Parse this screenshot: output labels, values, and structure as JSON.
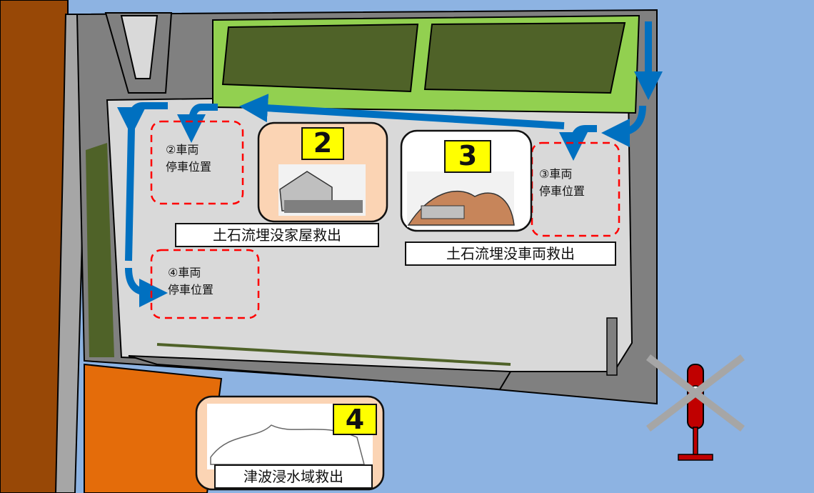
{
  "zones": [
    {
      "id": "2",
      "caption": "土石流埋没家屋救出"
    },
    {
      "id": "3",
      "caption": "土石流埋没車両救出"
    },
    {
      "id": "4",
      "caption": "津波浸水域救出"
    }
  ],
  "parking": [
    {
      "label": "②車両\n停車位置"
    },
    {
      "label": "③車両\n停車位置"
    },
    {
      "label": "④車両\n停車位置"
    }
  ],
  "colors": {
    "sea": "#8db3e2",
    "road": "#808080",
    "ground": "#d9d9d9",
    "field": "#92d050",
    "field_inner": "#4f6228",
    "cliff": "#984806",
    "orange": "#e46c0a",
    "arrow": "#0070c0",
    "parking_border": "#ff0000",
    "helicopter": "#c00000",
    "number_badge": "#ffff00"
  },
  "icons": [
    "helicopter-icon",
    "no-landing-cross-icon",
    "route-arrow-icon"
  ]
}
